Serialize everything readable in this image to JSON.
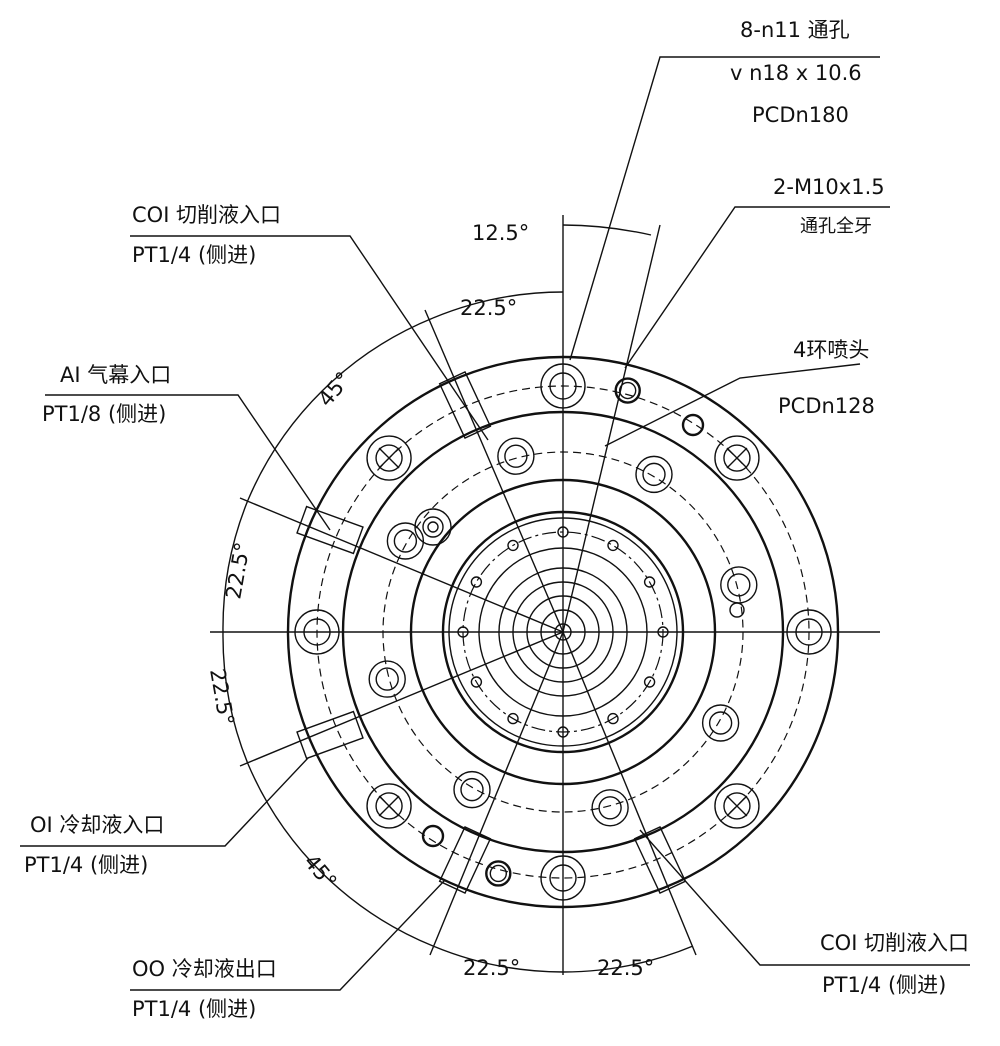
{
  "callouts": {
    "through_holes": {
      "line1": "8-n11 通孔",
      "line2": "v n18 x 10.6",
      "line3": "PCDn180"
    },
    "tapped_holes": {
      "line1": "2-M10x1.5",
      "line2": "通孔全牙"
    },
    "nozzles": {
      "line1": "4环喷头",
      "line2": "PCDn128"
    },
    "coi_top": {
      "line1": "COI 切削液入口",
      "line2": "PT1/4 (侧进)"
    },
    "ai": {
      "line1": "AI 气幕入口",
      "line2": "PT1/8 (侧进)"
    },
    "oi": {
      "line1": "OI 冷却液入口",
      "line2": "PT1/4 (侧进)"
    },
    "oo": {
      "line1": "OO 冷却液出口",
      "line2": "PT1/4 (侧进)"
    },
    "coi_bottom": {
      "line1": "COI 切削液入口",
      "line2": "PT1/4 (侧进)"
    }
  },
  "dimensions": {
    "angle_top": "12.5°",
    "angle_upper": "22.5°",
    "angle_45_top": "45°",
    "angle_left_upper": "22.5°",
    "angle_left_lower": "22.5°",
    "angle_45_bottom": "45°",
    "angle_bottom_left": "22.5°",
    "angle_bottom_right": "22.5°"
  }
}
